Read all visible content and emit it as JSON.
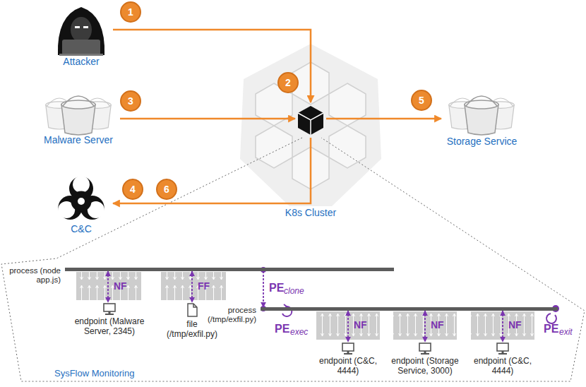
{
  "diagram": {
    "nodes": [
      {
        "text": [
          "Attacker"
        ]
      },
      {
        "text": [
          "Malware Server"
        ]
      },
      {
        "text": [
          "K8s Cluster"
        ]
      },
      {
        "text": [
          "Storage Service"
        ]
      },
      {
        "text": [
          "C&C"
        ]
      },
      {
        "text": [
          "SysFlow Monitoring"
        ]
      },
      {
        "text": [
          "process (node app.js)"
        ],
        "in": 5
      },
      {
        "text": [
          "endpoint (Malware Server, 2345)"
        ],
        "in": 5
      },
      {
        "text": [
          "file (/tmp/exfil.py)"
        ],
        "in": 5
      },
      {
        "text": [
          "process (/tmp/exfil.py)"
        ],
        "in": 5
      },
      {
        "text": [
          "endpoint (C&C, 4444)"
        ],
        "in": 5
      },
      {
        "text": [
          "endpoint (Storage Service, 3000)"
        ],
        "in": 5
      },
      {
        "text": [
          "endpoint (C&C, 4444)"
        ],
        "in": 5
      }
    ],
    "edges": [
      {
        "from": 0,
        "to": 2,
        "arrow": "to"
      },
      {
        "from": 1,
        "to": 2,
        "arrow": "to"
      },
      {
        "from": 2,
        "to": 3,
        "arrow": "to"
      },
      {
        "from": 2,
        "to": 4,
        "arrow": "to"
      },
      {
        "from": 6,
        "to": 7,
        "label": "NF",
        "arrow": "both"
      },
      {
        "from": 6,
        "to": 8,
        "label": "FF",
        "arrow": "both"
      },
      {
        "from": 6,
        "to": 9,
        "label": "PE",
        "arrow": "to"
      },
      {
        "from": 9,
        "to": 10,
        "label": "NF",
        "arrow": "both"
      },
      {
        "from": 9,
        "to": 11,
        "label": "NF",
        "arrow": "both"
      },
      {
        "from": 9,
        "to": 12,
        "label": "NF",
        "arrow": "both"
      }
    ],
    "labels": [
      "1",
      "2",
      "3",
      "4",
      "5",
      "6",
      "clone",
      "PE",
      "exec",
      "PE",
      "exit"
    ]
  }
}
